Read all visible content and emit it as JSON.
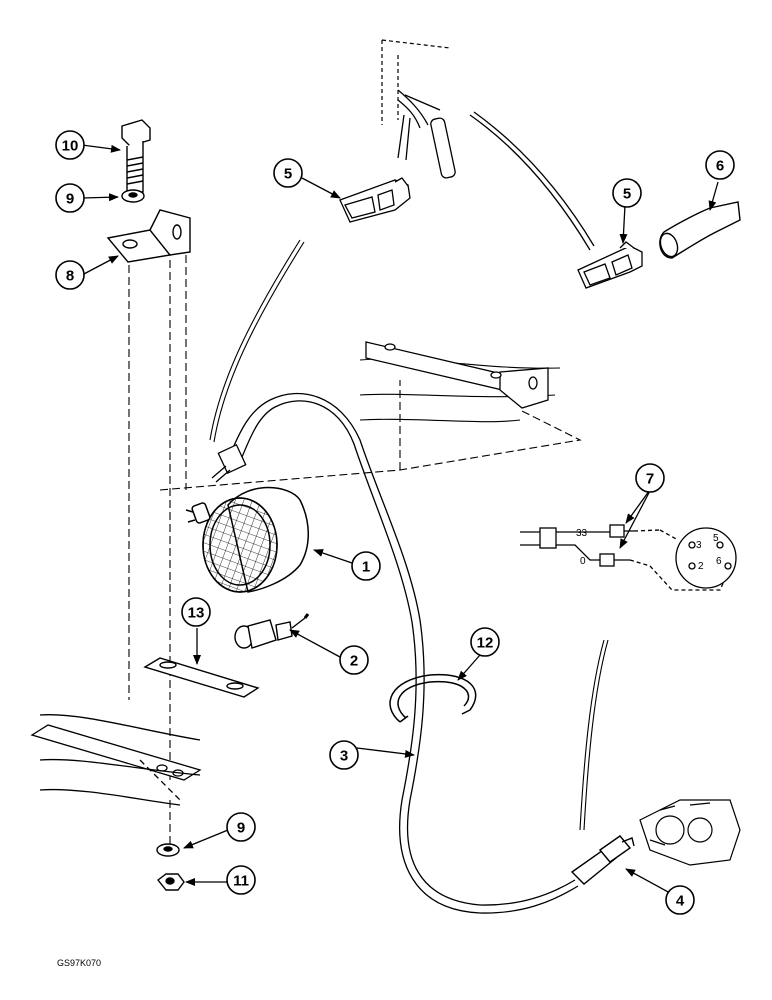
{
  "callouts": {
    "c1": "1",
    "c2": "2",
    "c3": "3",
    "c4": "4",
    "c5a": "5",
    "c5b": "5",
    "c6": "6",
    "c7": "7",
    "c8": "8",
    "c9a": "9",
    "c9b": "9",
    "c10": "10",
    "c11": "11",
    "c12": "12",
    "c13": "13"
  },
  "wiring": {
    "wire_33": "33",
    "wire_0": "0",
    "pins": {
      "p3": "3",
      "p5": "5",
      "p2": "2",
      "p6": "6"
    }
  },
  "reference_code": "GS97K070"
}
